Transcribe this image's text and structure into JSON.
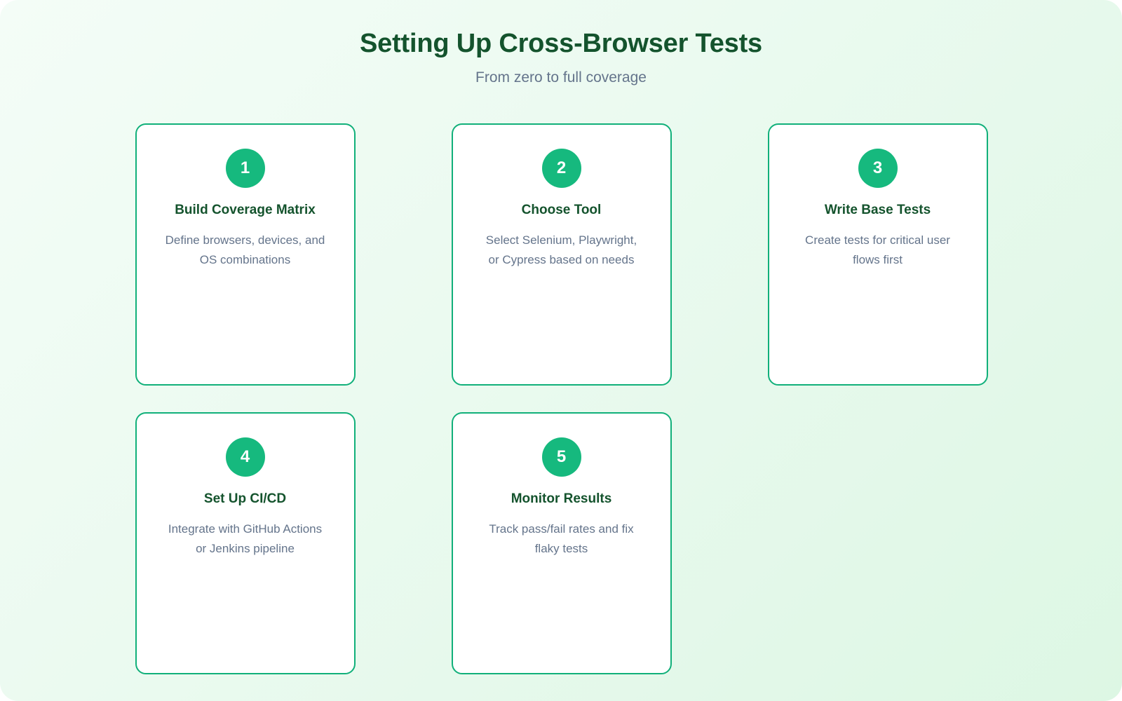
{
  "header": {
    "title": "Setting Up Cross-Browser Tests",
    "subtitle": "From zero to full coverage"
  },
  "colors": {
    "title_green": "#14532d",
    "badge_green": "#16b97e",
    "card_border_green": "#11b07a",
    "muted_text": "#64748b",
    "card_background": "#ffffff",
    "page_gradient_start": "#f4fdf7",
    "page_gradient_end": "#ddf7e4"
  },
  "steps": [
    {
      "number": "1",
      "title": "Build Coverage Matrix",
      "description": "Define browsers, devices, and OS combinations"
    },
    {
      "number": "2",
      "title": "Choose Tool",
      "description": "Select Selenium, Playwright, or Cypress based on needs"
    },
    {
      "number": "3",
      "title": "Write Base Tests",
      "description": "Create tests for critical user flows first"
    },
    {
      "number": "4",
      "title": "Set Up CI/CD",
      "description": "Integrate with GitHub Actions or Jenkins pipeline"
    },
    {
      "number": "5",
      "title": "Monitor Results",
      "description": "Track pass/fail rates and fix flaky tests"
    }
  ]
}
